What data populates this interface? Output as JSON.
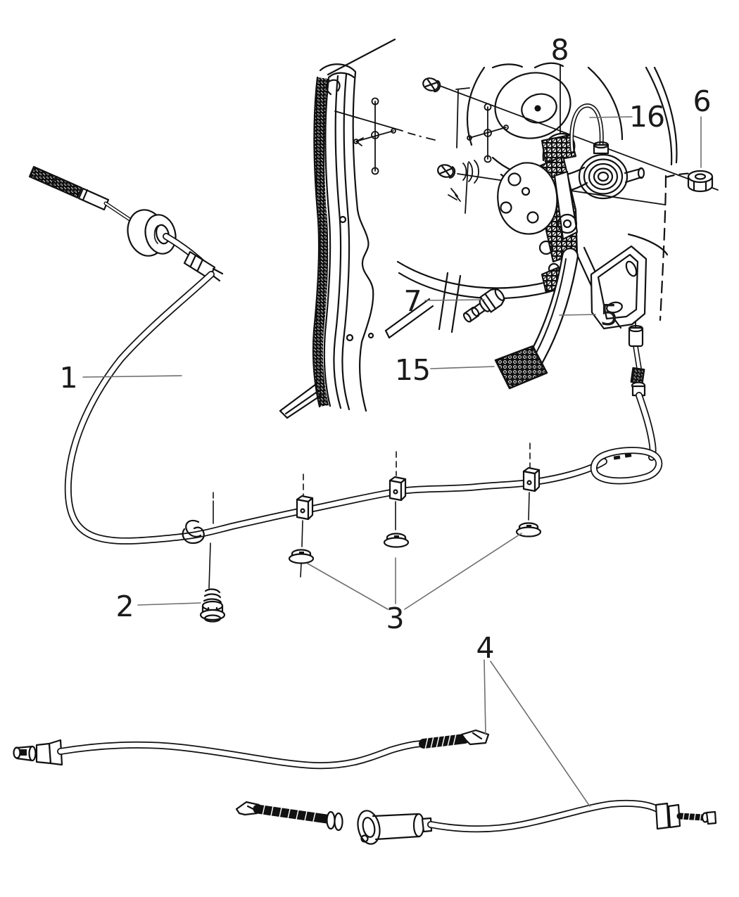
{
  "figure_type": "parking-brake-cable-parts-diagram",
  "colors": {
    "background": "#ffffff",
    "line": "#111111",
    "leader": "#6e6e6e",
    "text": "#1a1a1a"
  },
  "callouts": [
    {
      "label": "1"
    },
    {
      "label": "2"
    },
    {
      "label": "3"
    },
    {
      "label": "4"
    },
    {
      "label": "5"
    },
    {
      "label": "6"
    },
    {
      "label": "7"
    },
    {
      "label": "8"
    },
    {
      "label": "15"
    },
    {
      "label": "16"
    }
  ]
}
